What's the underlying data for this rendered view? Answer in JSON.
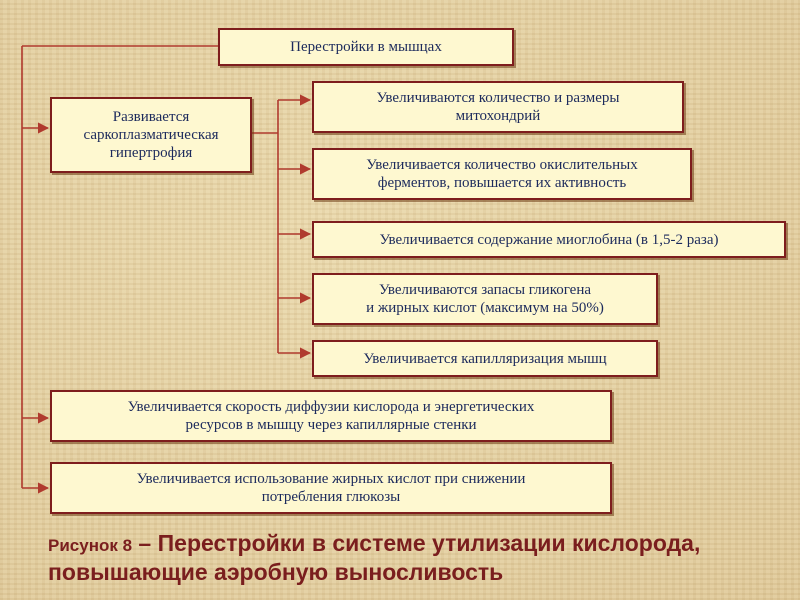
{
  "diagram": {
    "root": "Перестройки в мышцах",
    "hypertrophy": "Развивается\nсаркоплазматическая\nгипертрофия",
    "effects": [
      "Увеличиваются количество и размеры\nмитохондрий",
      "Увеличивается количество окислительных\nферментов, повышается их активность",
      "Увеличивается содержание миоглобина (в 1,5-2 раза)",
      "Увеличиваются запасы гликогена\nи жирных кислот (максимум на 50%)",
      "Увеличивается капилляризация мышц"
    ],
    "diffusion": "Увеличивается скорость диффузии кислорода и энергетических\nресурсов в мышцу через капиллярные стенки",
    "fat_usage": "Увеличивается использование жирных кислот при снижении\nпотребления глюкозы"
  },
  "caption": {
    "prefix": "Рисунок 8",
    "dash": " – ",
    "text": "Перестройки в системе утилизации кислорода, повышающие аэробную выносливость"
  },
  "colors": {
    "border": "#7e1d1d",
    "box_fill": "#fef8d0",
    "text": "#1c2a5c",
    "line": "#b03a2e",
    "caption": "#7a1e1e"
  }
}
